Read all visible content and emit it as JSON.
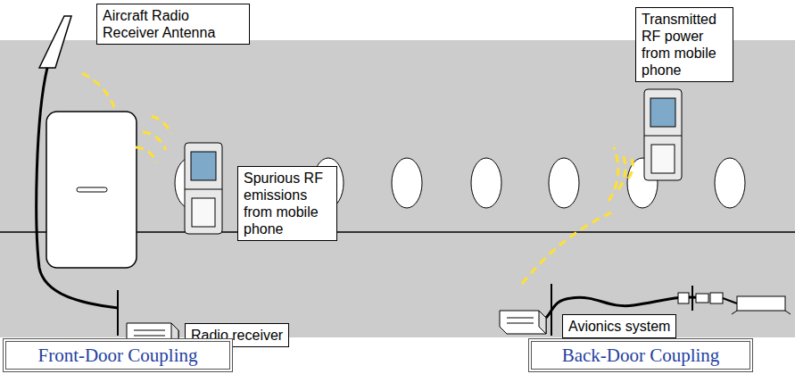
{
  "diagram": {
    "nodes": [
      {
        "text": [
          "Aircraft Radio Receiver Antenna"
        ]
      },
      {
        "text": [
          "Transmitted RF power from mobile phone"
        ]
      },
      {
        "text": [
          "Spurious RF emissions from mobile phone"
        ]
      },
      {
        "text": [
          "Radio receiver"
        ]
      },
      {
        "text": [
          "Avionics system"
        ]
      },
      {
        "text": [
          "Front-Door Coupling"
        ]
      },
      {
        "text": [
          "Back-Door Coupling"
        ]
      }
    ]
  }
}
